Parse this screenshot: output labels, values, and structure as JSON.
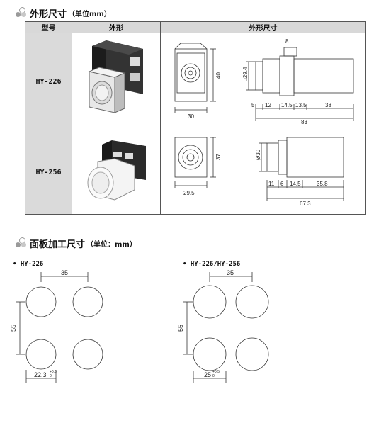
{
  "section1": {
    "title": "外形尺寸",
    "unit": "（单位mm）",
    "headers": [
      "型号",
      "外形",
      "外形尺寸"
    ],
    "rows": [
      {
        "model": "HY-226",
        "front": {
          "width": "30",
          "height": "40"
        },
        "side": {
          "d1": "8",
          "dia": "□29.4",
          "segments": [
            "5",
            "12",
            "14.5",
            "13.5",
            "38"
          ],
          "total": "83"
        }
      },
      {
        "model": "HY-256",
        "front": {
          "width": "29.5",
          "height": "37"
        },
        "side": {
          "dia": "Ø30",
          "segments": [
            "11",
            "6",
            "14.5",
            "35.8"
          ],
          "total": "67.3"
        }
      }
    ]
  },
  "section2": {
    "title": "面板加工尺寸",
    "unit": "（单位：mm）",
    "panels": [
      {
        "label": "• HY-226",
        "horiz": "35",
        "vert": "55",
        "hole": "22.3",
        "tol_up": "+0.5",
        "tol_down": "0"
      },
      {
        "label": "• HY-226/HY-256",
        "horiz": "35",
        "vert": "55",
        "hole": "25",
        "tol_up": "+0.5",
        "tol_down": "0"
      }
    ]
  }
}
